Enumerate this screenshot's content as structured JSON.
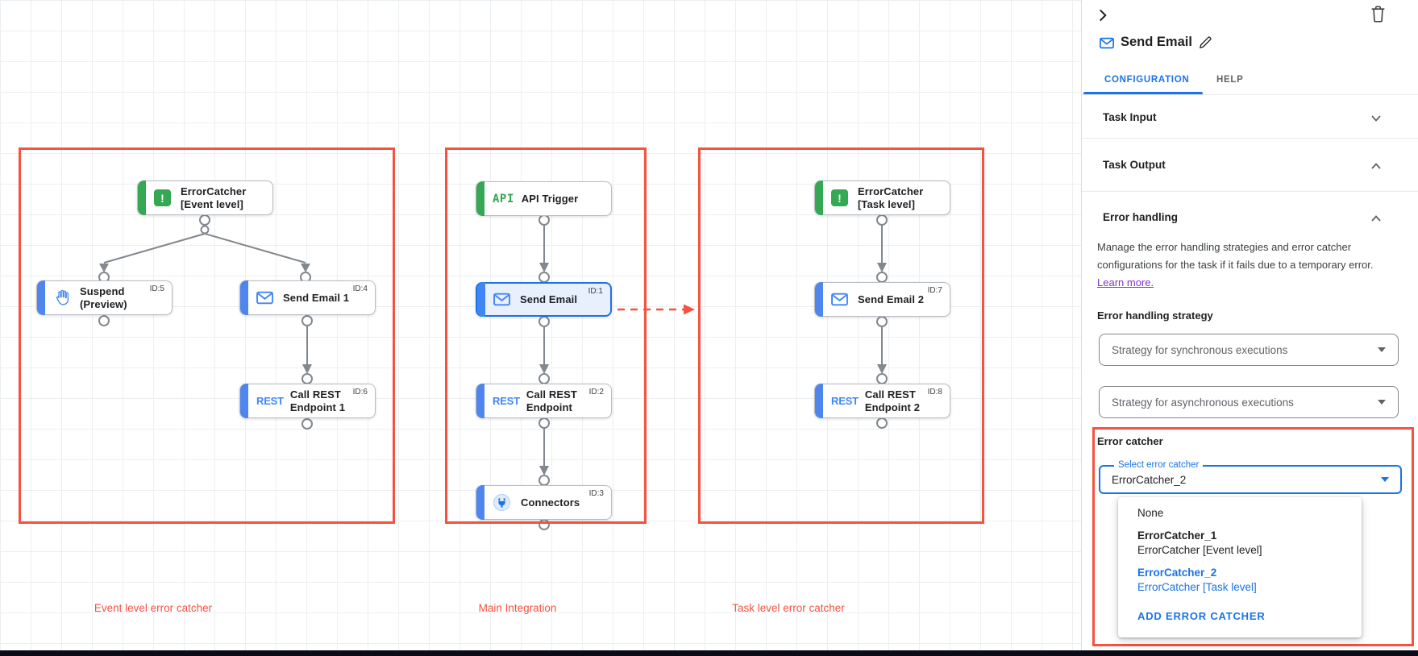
{
  "canvas": {
    "groups": [
      {
        "label": "Event level error catcher"
      },
      {
        "label": "Main Integration"
      },
      {
        "label": "Task level error catcher"
      }
    ],
    "nodes": [
      {
        "label": "ErrorCatcher",
        "label2": "[Event level]",
        "icon": "error-catcher"
      },
      {
        "label": "Suspend",
        "label2": "(Preview)",
        "id": "ID:5",
        "icon": "hand"
      },
      {
        "label": "Send Email 1",
        "label2": "",
        "id": "ID:4",
        "icon": "mail"
      },
      {
        "label": "Call REST",
        "label2": "Endpoint 1",
        "id": "ID:6",
        "icon": "rest",
        "icon_text": "REST"
      },
      {
        "label": "API Trigger",
        "label2": "",
        "icon": "api",
        "icon_text": "API"
      },
      {
        "label": "Send Email",
        "label2": "",
        "id": "ID:1",
        "icon": "mail",
        "selected": true
      },
      {
        "label": "Call REST",
        "label2": "Endpoint",
        "id": "ID:2",
        "icon": "rest",
        "icon_text": "REST"
      },
      {
        "label": "Connectors",
        "label2": "",
        "id": "ID:3",
        "icon": "connector"
      },
      {
        "label": "ErrorCatcher",
        "label2": "[Task level]",
        "icon": "error-catcher"
      },
      {
        "label": "Send Email 2",
        "label2": "",
        "id": "ID:7",
        "icon": "mail"
      },
      {
        "label": "Call REST",
        "label2": "Endpoint 2",
        "id": "ID:8",
        "icon": "rest",
        "icon_text": "REST"
      }
    ]
  },
  "panel": {
    "title": "Send Email",
    "tabs": {
      "configuration": "CONFIGURATION",
      "help": "HELP"
    },
    "sections": {
      "task_input": "Task Input",
      "task_output": "Task Output",
      "error_handling": "Error handling"
    },
    "error_handling": {
      "description": "Manage the error handling strategies and error catcher configurations for the task if it fails due to a temporary error.",
      "learn_more": "Learn more.",
      "strategy_label": "Error handling strategy",
      "sync_select": "Strategy for synchronous executions",
      "async_select": "Strategy for asynchronous executions",
      "catcher_label": "Error catcher",
      "select_label": "Select error catcher",
      "select_value": "ErrorCatcher_2",
      "menu": {
        "none": "None",
        "ec1_title": "ErrorCatcher_1",
        "ec1_sub": "ErrorCatcher [Event level]",
        "ec2_title": "ErrorCatcher_2",
        "ec2_sub": "ErrorCatcher [Task level]",
        "add": "ADD ERROR CATCHER"
      }
    }
  },
  "colors": {
    "annotation_red": "#f5533f",
    "dot_red": "#e03224",
    "accent_blue": "#1a73e8",
    "node_blue": "#4285f4",
    "node_green": "#34a853",
    "link_purple": "#8430ce"
  }
}
